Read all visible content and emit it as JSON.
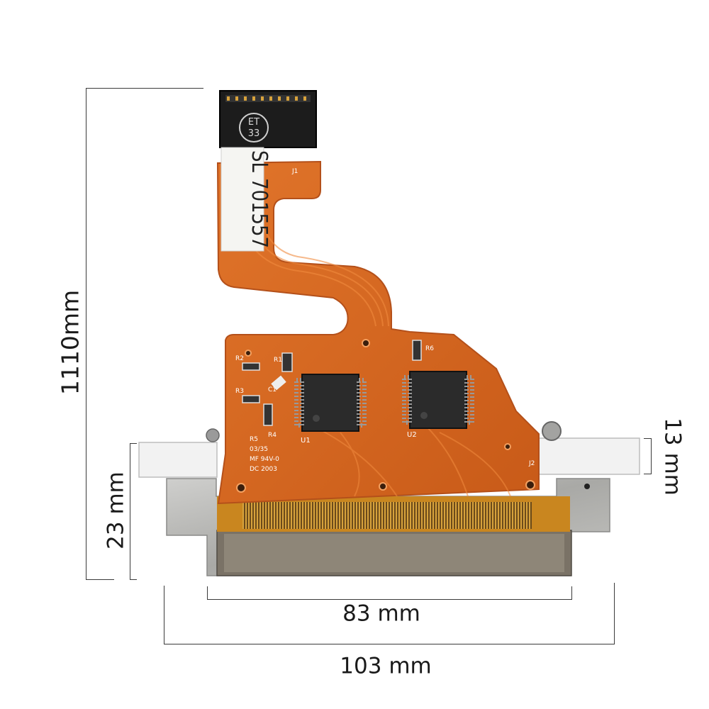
{
  "dimensions": {
    "total_height": "1110mm",
    "left_height": "23 mm",
    "right_height": "13 mm",
    "inner_width": "83 mm",
    "outer_width": "103 mm"
  },
  "product": {
    "connector_mark_line1": "ET",
    "connector_mark_line2": "33",
    "serial_label": "SL 701557",
    "chip_labels": [
      "U1",
      "U2"
    ],
    "pcb_refs": [
      "J1",
      "R1",
      "R2",
      "R3",
      "R4",
      "R5",
      "R6",
      "C1",
      "J2"
    ],
    "pcb_marking_lines": [
      "03/35",
      "MF 94V-0",
      "DC 2003"
    ]
  },
  "colors": {
    "flex_orange": "#d9661e",
    "flex_edge": "#b4501a",
    "connector_black": "#1c1c1c",
    "chip_dark": "#2b2b2b",
    "metal": "#b9b9b7",
    "bracket": "#f2f2f2",
    "gold": "#d7a23c"
  }
}
